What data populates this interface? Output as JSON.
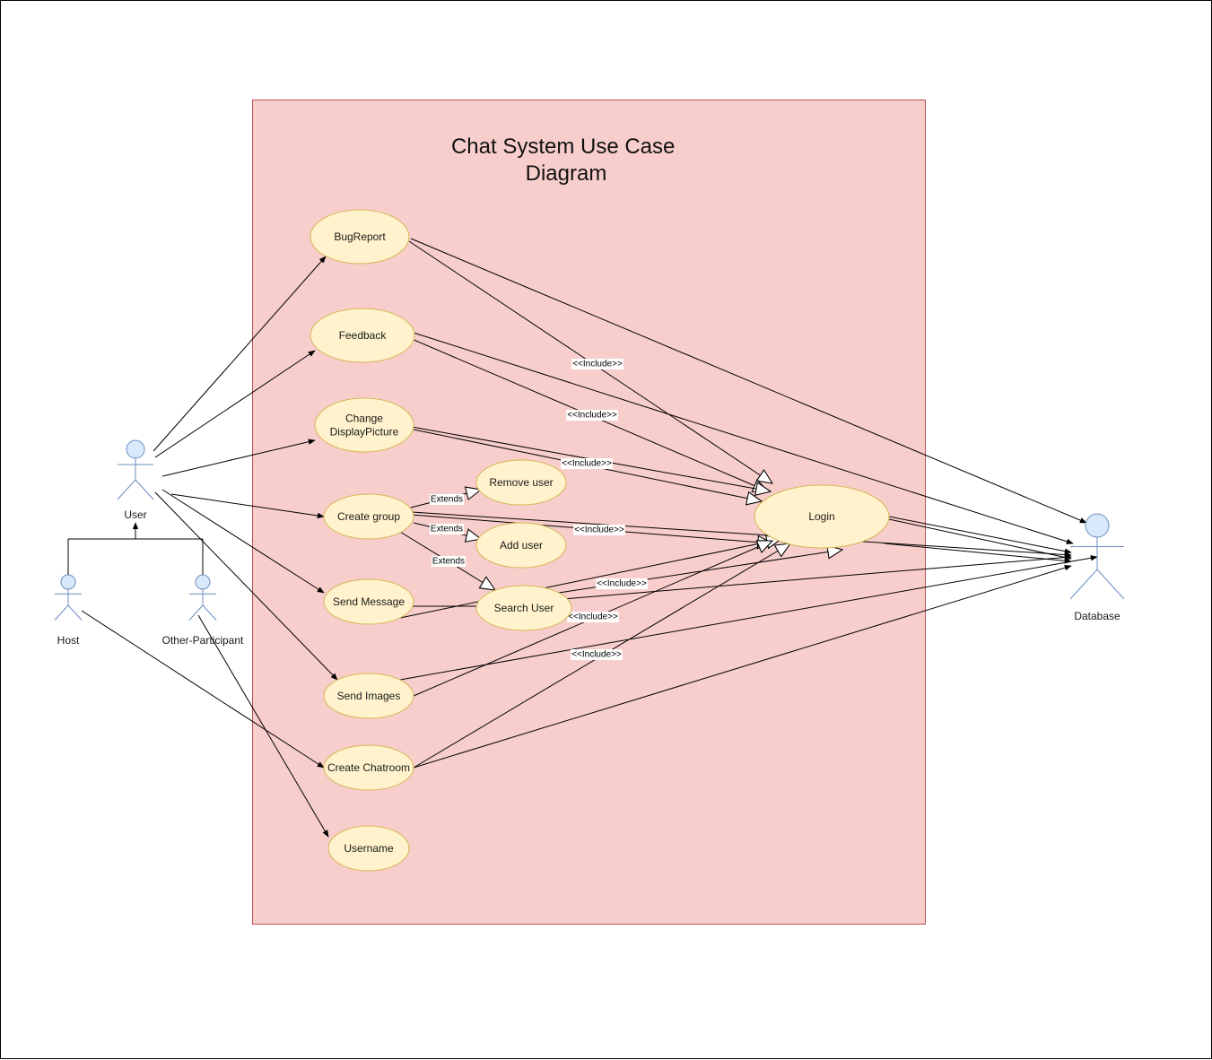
{
  "diagram": {
    "title_lines": [
      "Chat System Use Case",
      "Diagram"
    ],
    "colors": {
      "system_fill": "#f8cecc",
      "system_stroke": "#b85450",
      "usecase_fill": "#fff2cc",
      "usecase_stroke": "#d6b656",
      "actor_fill": "#dae8fc",
      "actor_stroke": "#6c8ebf",
      "line": "#000000"
    },
    "actors": {
      "user": "User",
      "host": "Host",
      "other": "Other-Participant",
      "database": "Database"
    },
    "usecases": {
      "bugreport": [
        "BugReport"
      ],
      "feedback": [
        "Feedback"
      ],
      "changedp": [
        "Change",
        "DisplayPicture"
      ],
      "creategroup": [
        "Create group"
      ],
      "removeuser": [
        "Remove user"
      ],
      "adduser": [
        "Add user"
      ],
      "searchuser": [
        "Search User"
      ],
      "login": [
        "Login"
      ],
      "sendmessage": [
        "Send Message"
      ],
      "sendimages": [
        "Send Images"
      ],
      "createchatroom": [
        "Create Chatroom"
      ],
      "username": [
        "Username"
      ]
    },
    "relation_labels": {
      "include": "<<Include>>",
      "extends": "Extends"
    }
  }
}
